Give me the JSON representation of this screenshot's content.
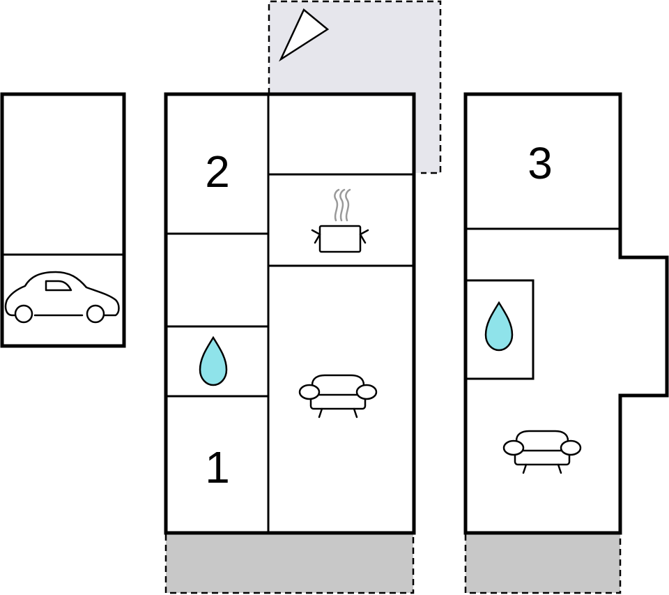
{
  "floorplan": {
    "rooms": {
      "bedroom_1": {
        "label": "1"
      },
      "bedroom_2": {
        "label": "2"
      },
      "bedroom_3": {
        "label": "3"
      }
    },
    "colors": {
      "outdoor_area_light": "#e6e6ec",
      "outdoor_area_dark": "#c8c8c8",
      "water_drop": "#8fe3ea",
      "walls": "#000000"
    },
    "icons": [
      "compass-icon",
      "car-icon",
      "kitchen-pot-icon",
      "water-drop-icon",
      "sofa-icon"
    ]
  }
}
